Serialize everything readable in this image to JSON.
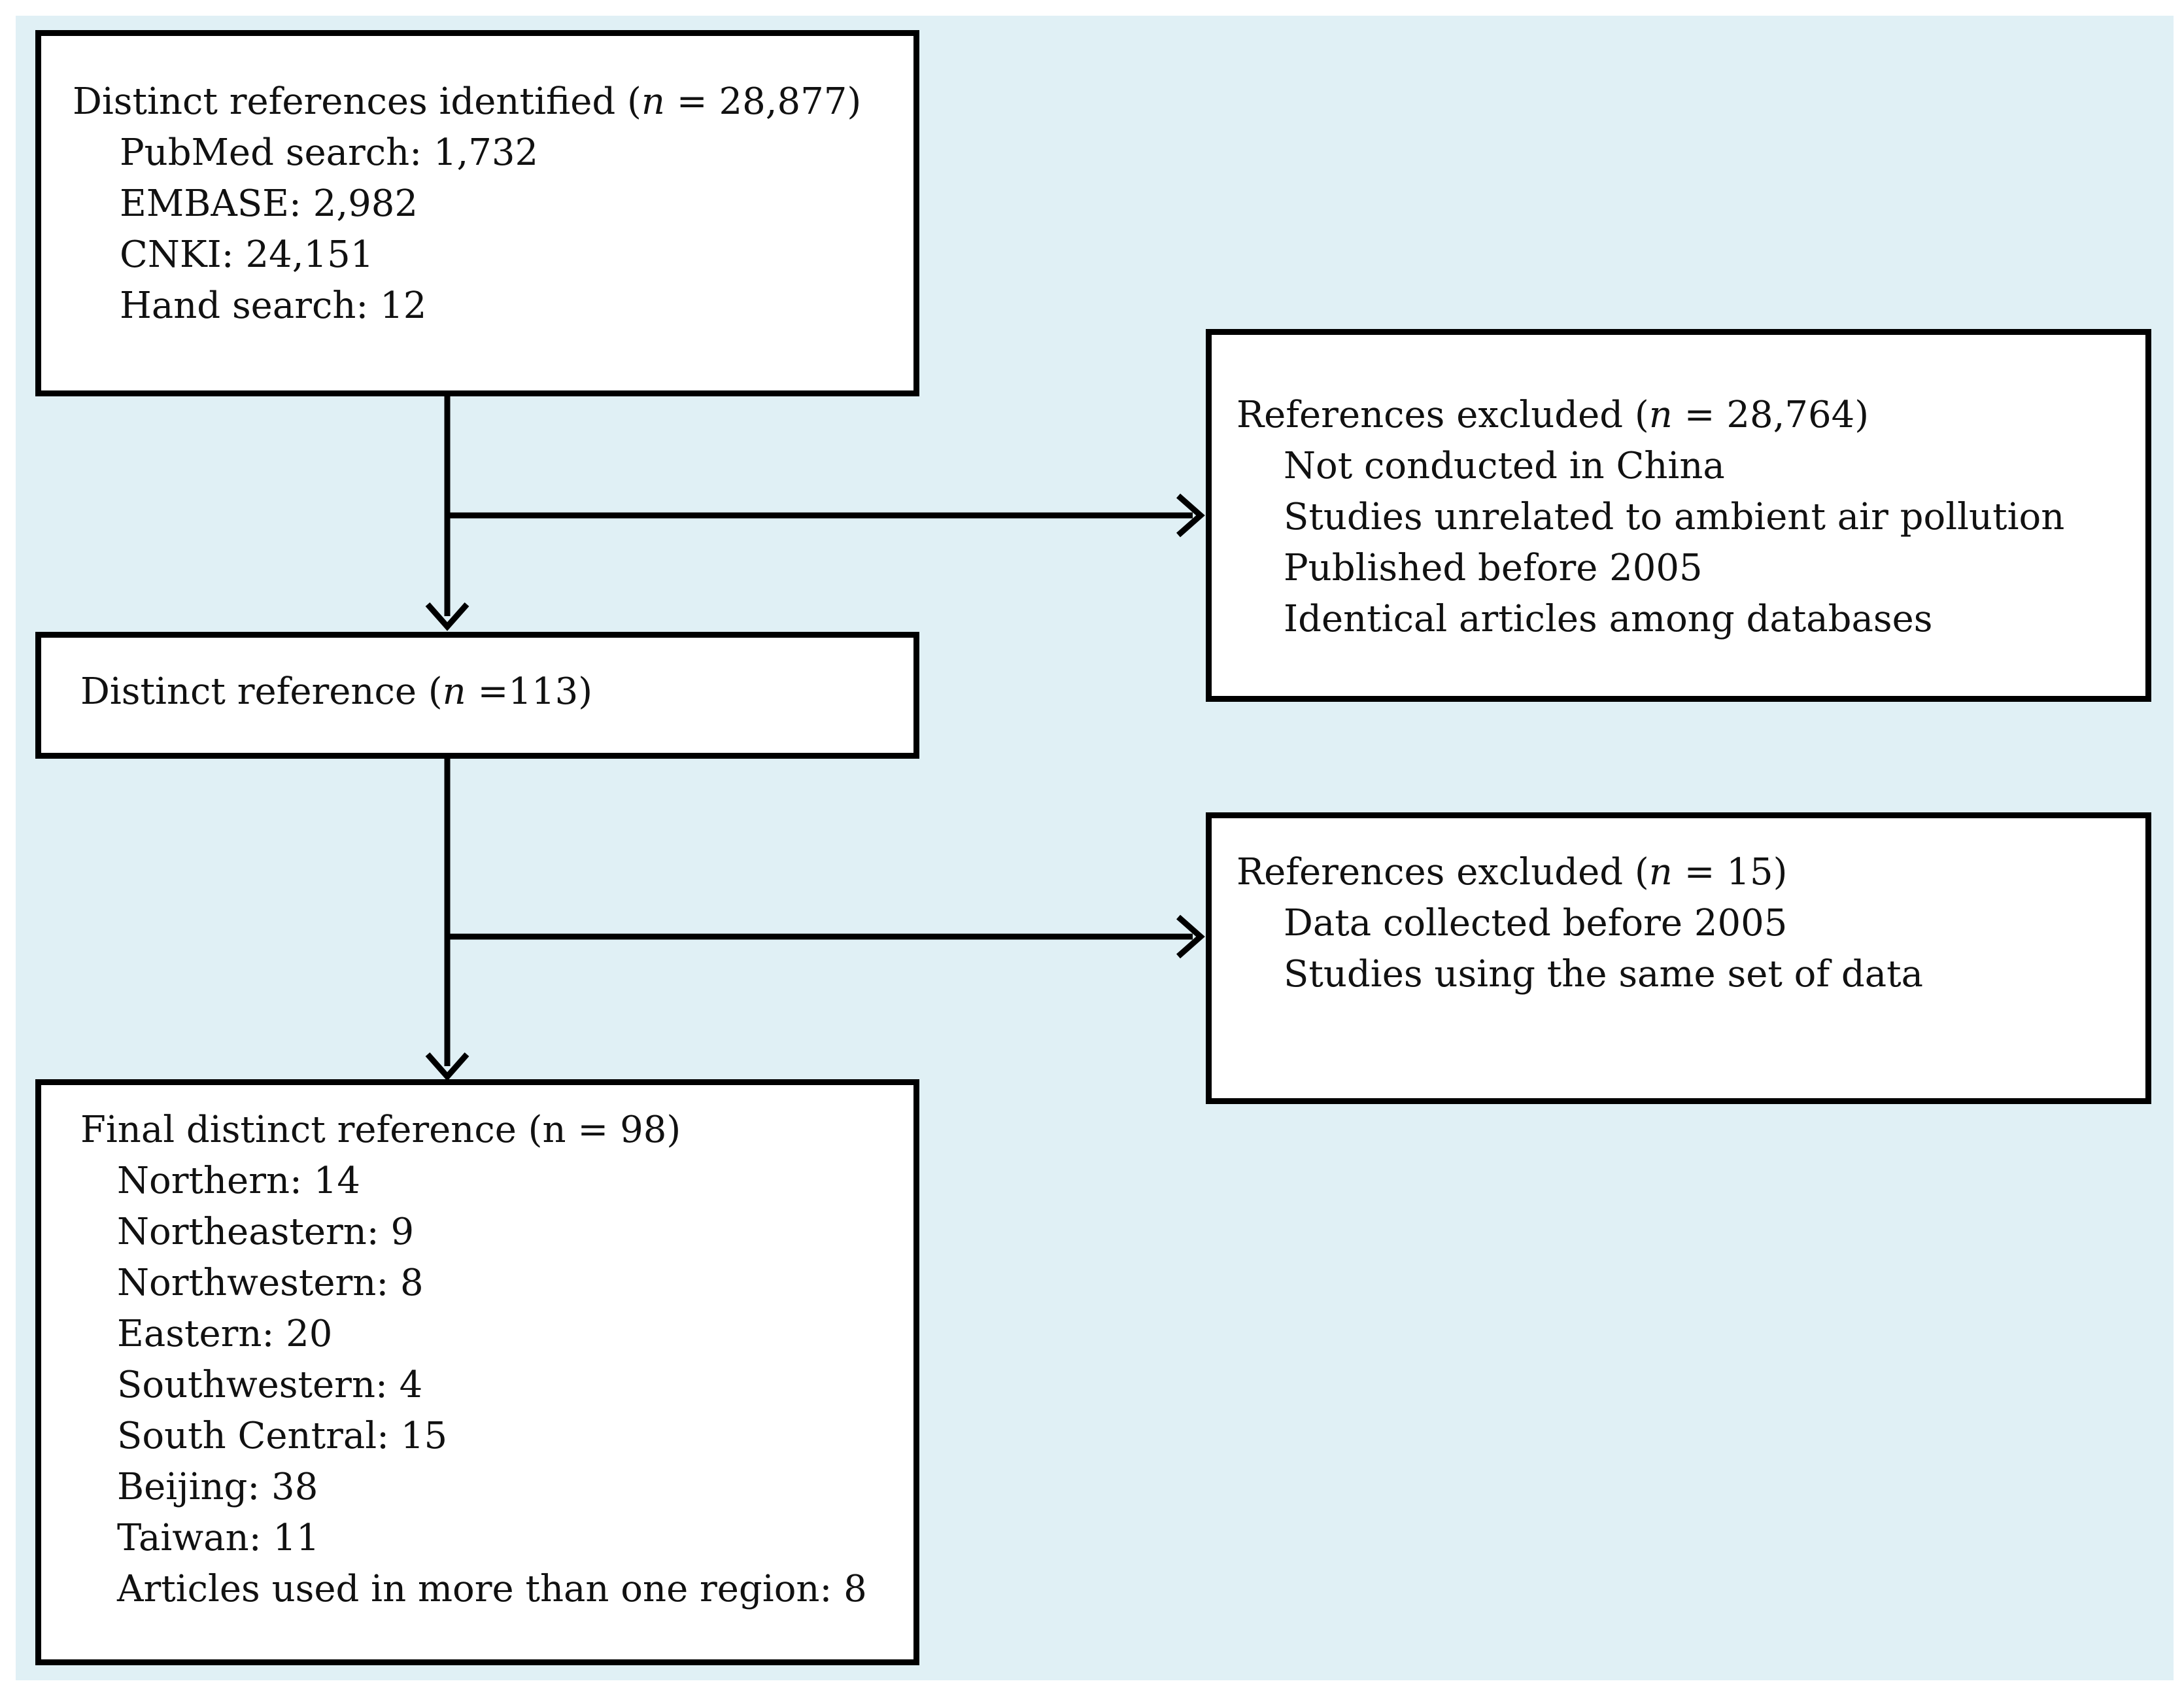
{
  "identified": {
    "head_prefix": "Distinct references identified (",
    "n_symbol": "n",
    "head_suffix": " = 28,877)",
    "items": [
      "PubMed search: 1,732",
      "EMBASE: 2,982",
      "CNKI: 24,151",
      "Hand search: 12"
    ]
  },
  "excluded_1": {
    "head_prefix": "References excluded (",
    "n_symbol": "n",
    "head_suffix": " = 28,764)",
    "items": [
      "Not conducted in China",
      "Studies unrelated to ambient air pollution",
      "Published before 2005",
      "Identical articles among databases"
    ]
  },
  "distinct": {
    "head_prefix": "Distinct reference (",
    "n_symbol": "n",
    "head_suffix": " =113)"
  },
  "excluded_2": {
    "head_prefix": "References excluded (",
    "n_symbol": "n",
    "head_suffix": " = 15)",
    "items": [
      "Data collected before 2005",
      "Studies using the same set of data"
    ]
  },
  "final": {
    "head": "Final distinct reference (n = 98)",
    "items": [
      "Northern: 14",
      "Northeastern: 9",
      "Northwestern: 8",
      "Eastern: 20",
      "Southwestern: 4",
      "South Central: 15",
      "Beijing: 38",
      "Taiwan: 11",
      "Articles used in more than one region: 8"
    ]
  },
  "colors": {
    "background": "#e0f0f5",
    "box_fill": "#ffffff",
    "stroke": "#000000"
  }
}
